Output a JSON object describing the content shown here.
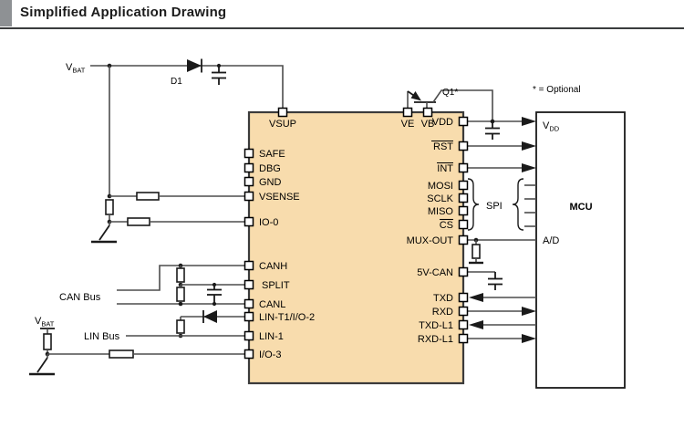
{
  "header": {
    "title": "Simplified Application Drawing"
  },
  "notes": {
    "optional": "* = Optional"
  },
  "labels": {
    "vbat_top": {
      "v": "V",
      "sub": "BAT"
    },
    "vbat_bottom": {
      "v": "V",
      "sub": "BAT"
    },
    "d1": "D1",
    "q1": "Q1*",
    "can_bus": "CAN Bus",
    "lin_bus": "LIN Bus",
    "spi": "SPI"
  },
  "ic": {
    "top_pins": [
      "VSUP",
      "VE",
      "VB"
    ],
    "left_pins": [
      "SAFE",
      "DBG",
      "GND",
      "VSENSE",
      "IO-0",
      "CANH",
      "SPLIT",
      "CANL",
      "LIN-T1/I/O-2",
      "LIN-1",
      "I/O-3"
    ],
    "right_pins": [
      "VDD",
      "RST",
      "INT",
      "MOSI",
      "SCLK",
      "MISO",
      "CS",
      "MUX-OUT",
      "5V-CAN",
      "TXD",
      "RXD",
      "TXD-L1",
      "RXD-L1"
    ]
  },
  "mcu": {
    "name": "MCU",
    "vdd": {
      "v": "V",
      "sub": "DD"
    },
    "ad": "A/D"
  },
  "colors": {
    "ic_fill": "#F8DCAD",
    "ic_border": "#3b3b3b",
    "header_square": "#8E9194",
    "wire": "#4d4d4d"
  }
}
